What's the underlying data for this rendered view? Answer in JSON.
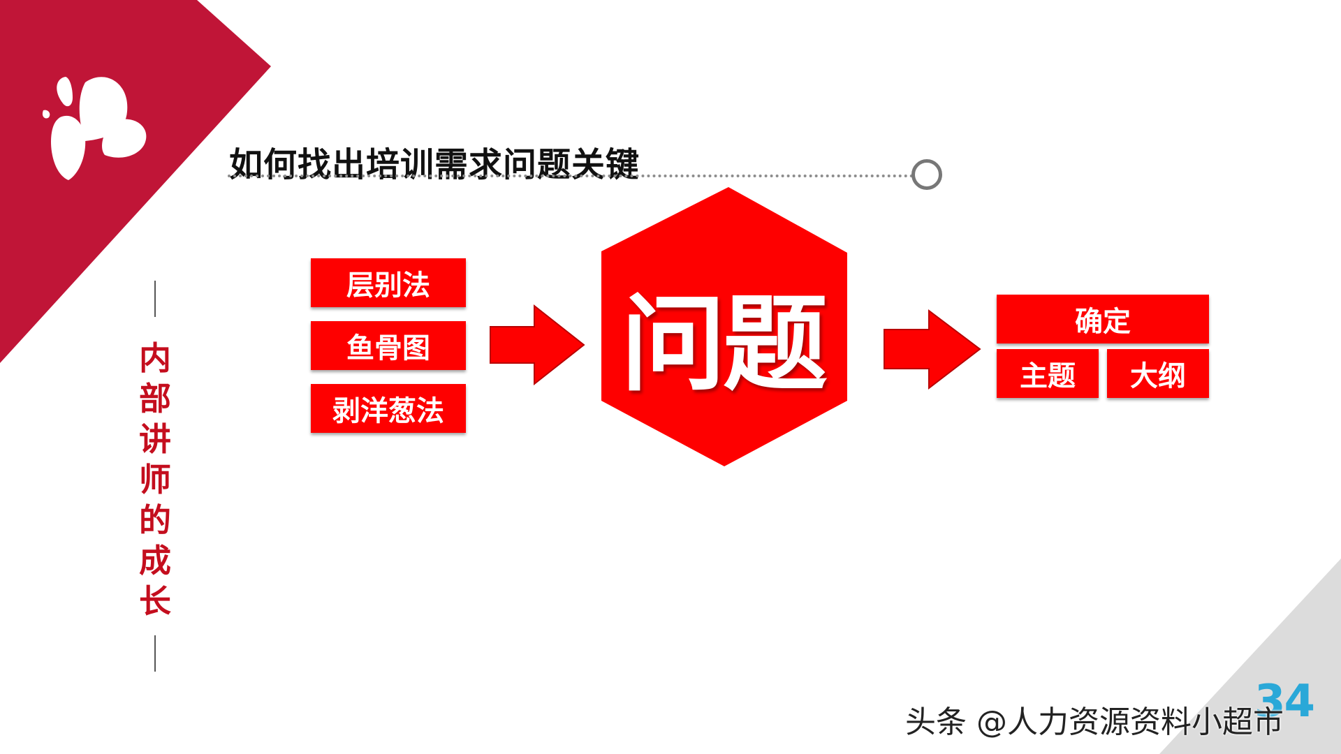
{
  "colors": {
    "brand_red": "#c01537",
    "accent_red": "#fe0000",
    "side_label_red": "#c40e1e",
    "corner_gray": "#dcdcdc",
    "page_number_blue": "#2aa8d8"
  },
  "title": "如何找出培训需求问题关键",
  "side_label": [
    "内",
    "部",
    "讲",
    "师",
    "的",
    "成",
    "长"
  ],
  "methods": [
    "层别法",
    "鱼骨图",
    "剥洋葱法"
  ],
  "center": "问题",
  "outcome": {
    "main": "确定",
    "sub": [
      "主题",
      "大纲"
    ]
  },
  "logo_icon": "butterfly-icon",
  "page_number": "34",
  "watermark": "头条 @人力资源资料小超市"
}
